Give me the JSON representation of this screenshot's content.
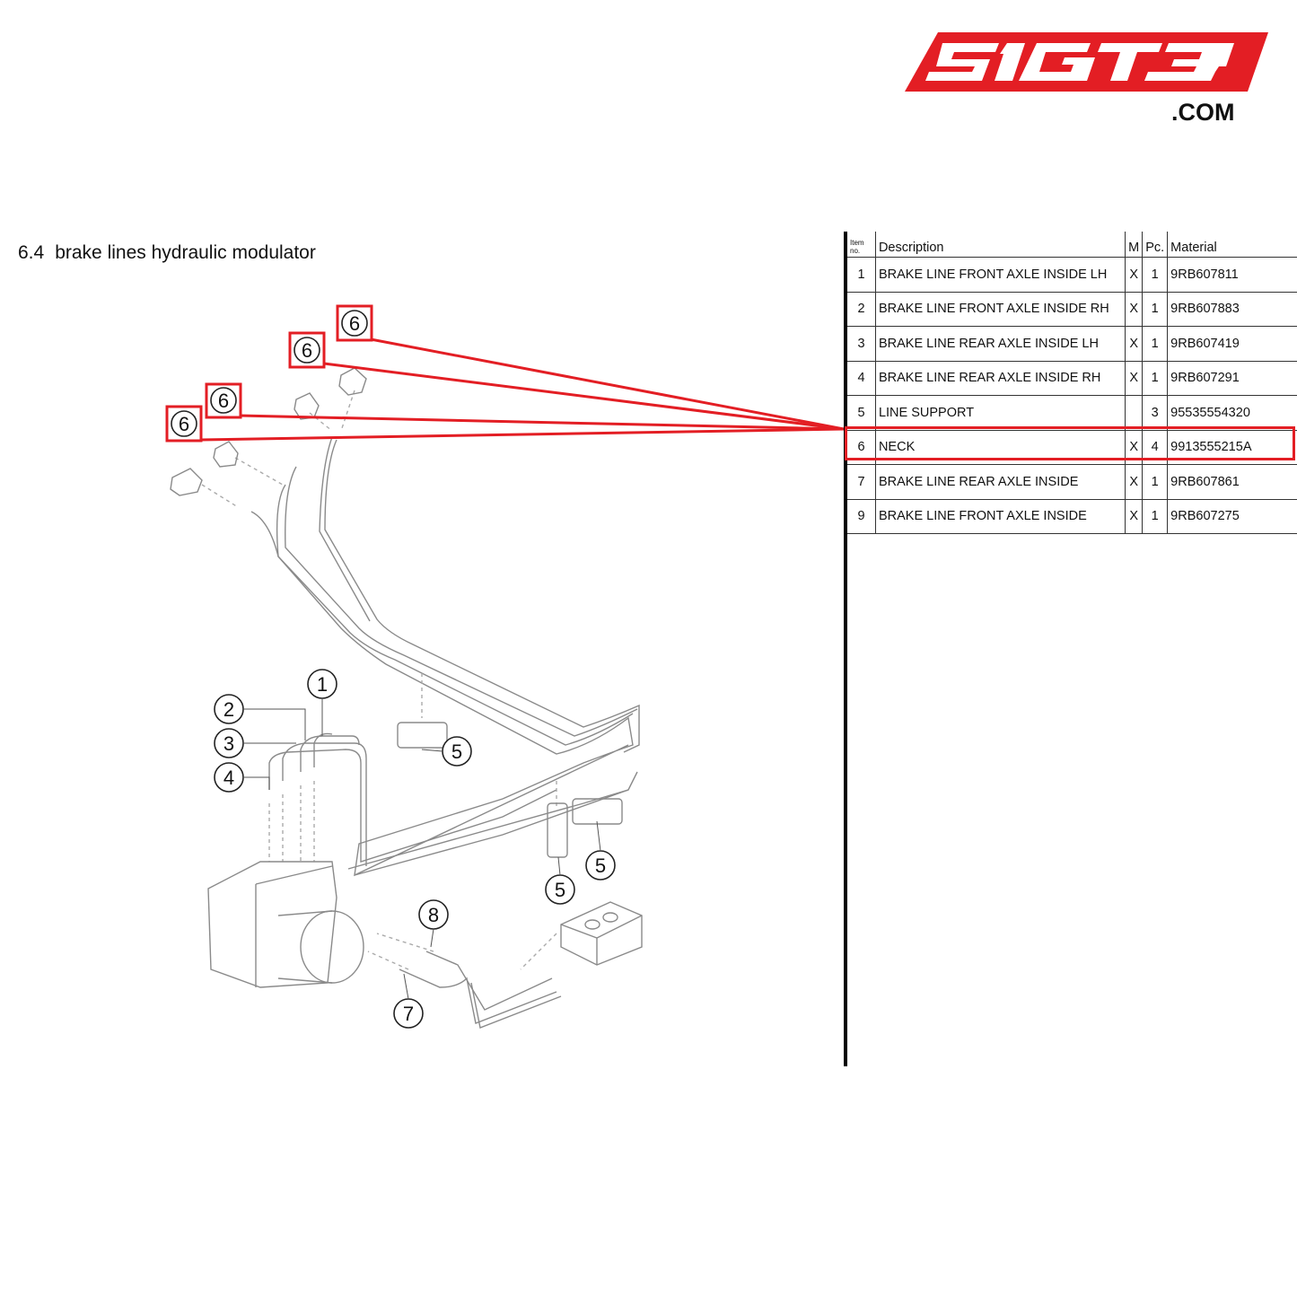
{
  "logo": {
    "text": "SIGT3",
    "suffix": ".COM",
    "color": "#e31e24"
  },
  "page_title": {
    "number": "6.4",
    "text": "brake lines hydraulic modulator"
  },
  "highlight_color": "#e31e24",
  "callouts": {
    "c1": "1",
    "c2": "2",
    "c3": "3",
    "c4": "4",
    "c5a": "5",
    "c5b": "5",
    "c5c": "5",
    "c6a": "6",
    "c6b": "6",
    "c6c": "6",
    "c6d": "6",
    "c7": "7",
    "c8": "8"
  },
  "table": {
    "headers": {
      "item": "Item no.",
      "description": "Description",
      "m": "M",
      "pc": "Pc.",
      "material": "Material"
    },
    "rows": [
      {
        "item": "1",
        "description": "BRAKE LINE FRONT AXLE INSIDE LH",
        "m": "X",
        "pc": "1",
        "material": "9RB607811"
      },
      {
        "item": "2",
        "description": "BRAKE LINE FRONT AXLE INSIDE RH",
        "m": "X",
        "pc": "1",
        "material": "9RB607883"
      },
      {
        "item": "3",
        "description": "BRAKE LINE REAR AXLE INSIDE LH",
        "m": "X",
        "pc": "1",
        "material": "9RB607419"
      },
      {
        "item": "4",
        "description": "BRAKE LINE REAR AXLE INSIDE RH",
        "m": "X",
        "pc": "1",
        "material": "9RB607291"
      },
      {
        "item": "5",
        "description": "LINE SUPPORT",
        "m": "",
        "pc": "3",
        "material": "95535554320"
      },
      {
        "item": "6",
        "description": "NECK",
        "m": "X",
        "pc": "4",
        "material": "9913555215A"
      },
      {
        "item": "7",
        "description": "BRAKE LINE REAR AXLE INSIDE",
        "m": "X",
        "pc": "1",
        "material": "9RB607861"
      },
      {
        "item": "9",
        "description": "BRAKE LINE FRONT AXLE INSIDE",
        "m": "X",
        "pc": "1",
        "material": "9RB607275"
      }
    ]
  }
}
